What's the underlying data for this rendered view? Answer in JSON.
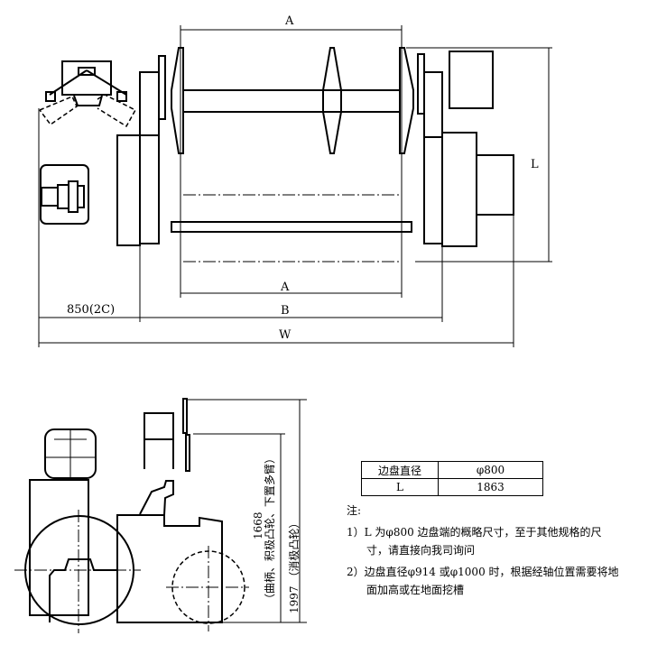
{
  "top_view": {
    "dim_a_top": "A",
    "dim_a_bottom": "A",
    "dim_l": "L",
    "dim_850": "850(2C)",
    "dim_b": "B",
    "dim_w": "W"
  },
  "side_view": {
    "dim_1668": "1668",
    "dim_1668_note": "（曲柄、积极凸轮、下置多臂）",
    "dim_1997": "1997",
    "dim_1997_note": "（消极凸轮）"
  },
  "table": {
    "header": [
      "边盘直径",
      "φ800"
    ],
    "rows": [
      [
        "L",
        "1863"
      ]
    ]
  },
  "notes": {
    "title": "注:",
    "items": [
      "1）L 为φ800 边盘端的概略尺寸，至于其他规格的尺寸，请直接向我司询问",
      "2）边盘直径φ914 或φ1000 时，根据经轴位置需要将地面加高或在地面挖槽"
    ]
  }
}
